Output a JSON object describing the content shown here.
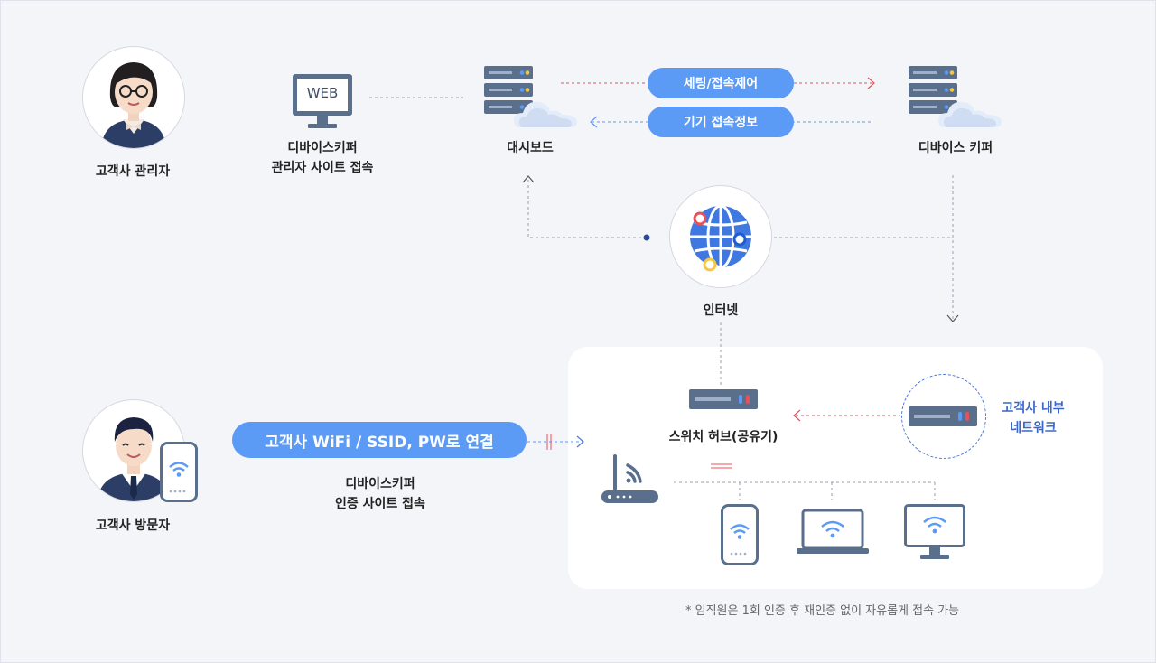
{
  "labels": {
    "admin": "고객사 관리자",
    "web_site_line1": "디바이스키퍼",
    "web_site_line2": "관리자 사이트 접속",
    "dashboard": "대시보드",
    "device_keeper": "디바이스 키퍼",
    "internet": "인터넷",
    "visitor": "고객사 방문자",
    "auth_site_line1": "디바이스키퍼",
    "auth_site_line2": "인증 사이트 접속",
    "switch_hub": "스위치 허브(공유기)",
    "internal_network_line1": "고객사 내부",
    "internal_network_line2": "네트워크"
  },
  "monitor_text": "WEB",
  "pills": {
    "settings": "세팅/접속제어",
    "device_info": "기기 접속정보",
    "wifi_connect": "고객사 WiFi / SSID, PW로 연결"
  },
  "footnote": "* 임직원은 1회 인증 후 재인증 없이 자유롭게 접속 가능",
  "colors": {
    "accent_blue": "#5b9af5",
    "dark_blue": "#3c67c8",
    "red_dash": "#e8505b",
    "device_slate": "#5a6f8c"
  }
}
